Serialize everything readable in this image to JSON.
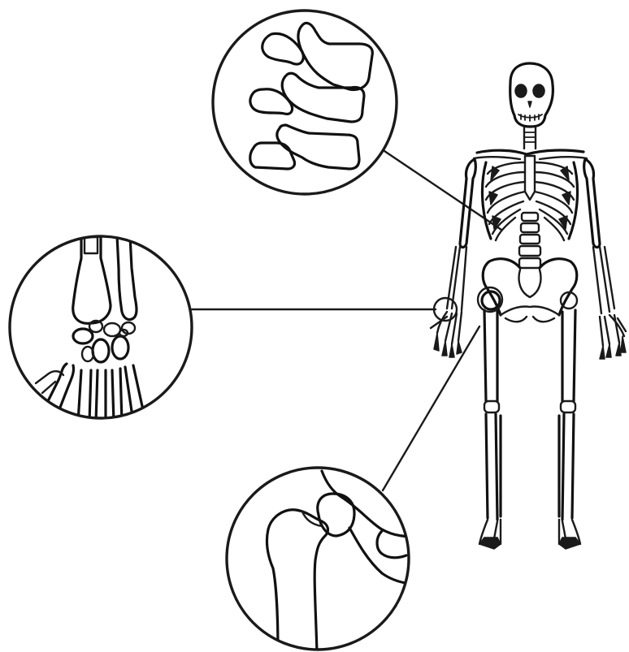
{
  "figure": {
    "type": "anatomical-illustration",
    "subject": "human skeleton",
    "callouts": [
      {
        "region": "spine-vertebrae",
        "icon": "vertebrae-icon",
        "side": "top"
      },
      {
        "region": "wrist",
        "icon": "wrist-bones-icon",
        "side": "left"
      },
      {
        "region": "hip-joint",
        "icon": "hip-joint-icon",
        "side": "bottom"
      }
    ]
  },
  "colors": {
    "ink": "#1a1a1a",
    "background": "#ffffff"
  }
}
